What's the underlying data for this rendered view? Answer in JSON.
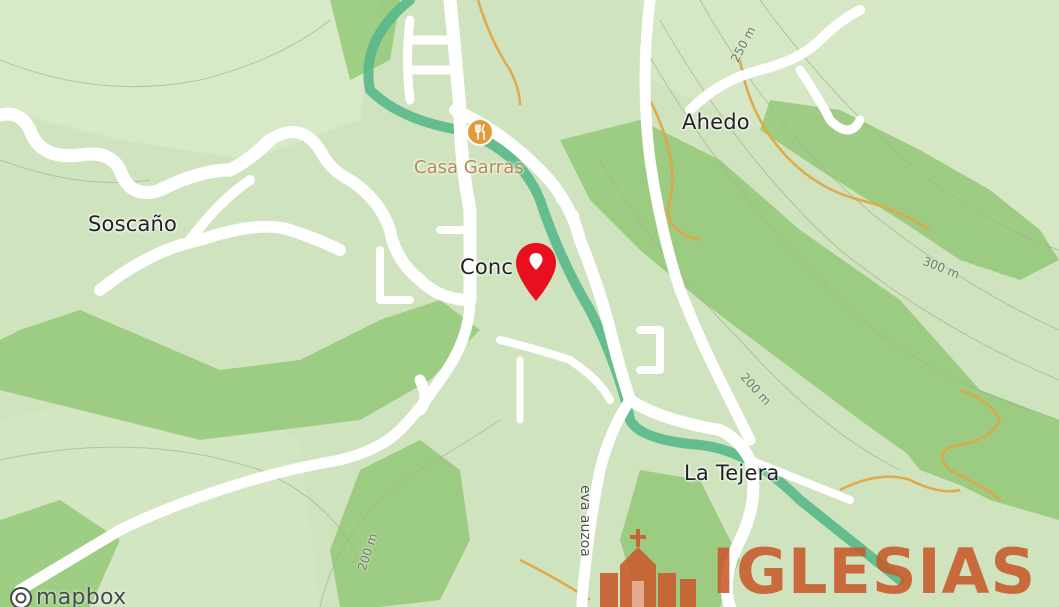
{
  "map": {
    "provider": "mapbox",
    "places": {
      "soscano": "Soscaño",
      "ahedo": "Ahedo",
      "conc": "Conc",
      "la_tejera": "La Tejera"
    },
    "poi": {
      "name": "Casa Garras",
      "icon": "restaurant-icon"
    },
    "contours": {
      "c250": "250 m",
      "c300": "300 m",
      "c200a": "200 m",
      "c200b": "200 m"
    },
    "road_label": "eva auzoa",
    "marker": {
      "icon": "location-pin-icon",
      "color": "#e8101e"
    }
  },
  "attribution": {
    "text": "mapbox",
    "icon": "mapbox-logo-icon"
  },
  "watermark": {
    "text": "IGLESIAS",
    "icon": "church-icon",
    "color": "#c95a2c"
  },
  "colors": {
    "land": "#cfe3be",
    "forest": "#8cc46f",
    "river": "#58b889",
    "road": "#ffffff",
    "track": "#e0a645"
  }
}
